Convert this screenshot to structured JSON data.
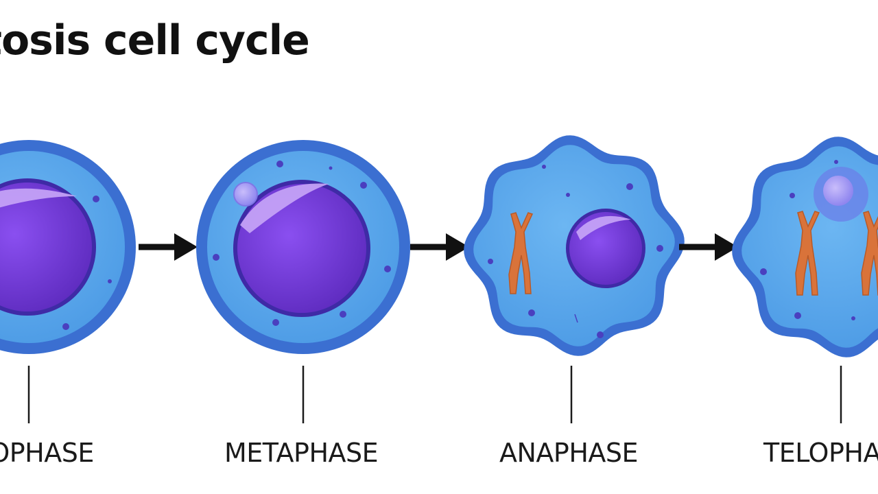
{
  "title": "Mitosis cell cycle",
  "phases": [
    {
      "label": "PROPHASE"
    },
    {
      "label": "METAPHASE"
    },
    {
      "label": "ANAPHASE"
    },
    {
      "label": "TELOPHASE"
    }
  ],
  "colors": {
    "membrane": "#3b6fd1",
    "cytoplasm": "#5aa9ec",
    "nucleus": "#7b3fd6",
    "nucleus_highlight": "#b98cf5",
    "chromosome": "#d9733a",
    "granule": "#4a3fbf",
    "arrow": "#111111"
  }
}
